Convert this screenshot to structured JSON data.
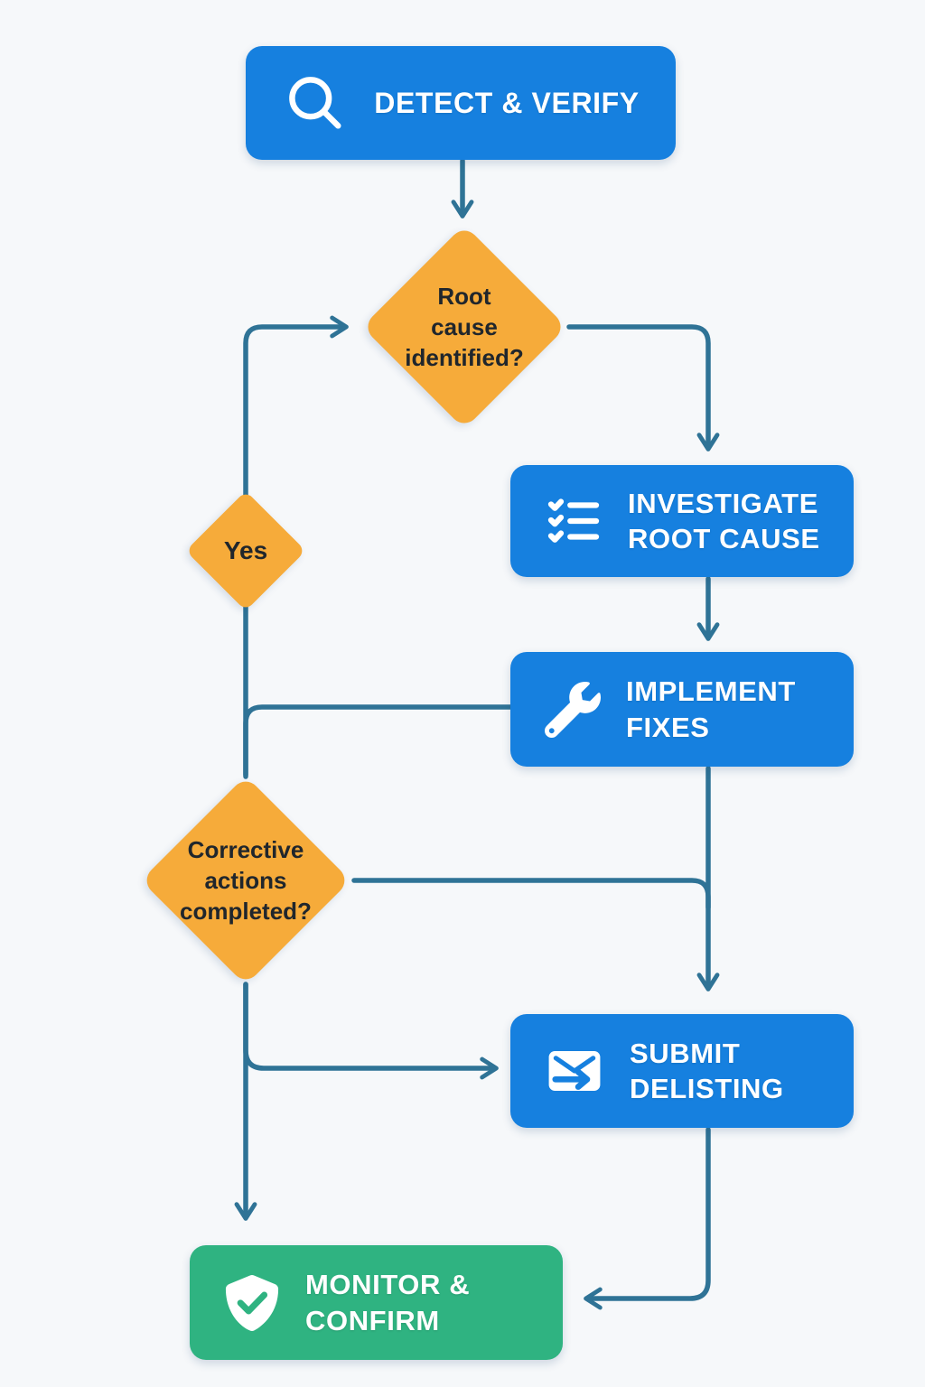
{
  "diagram": {
    "type": "flowchart",
    "background": "#f6f8fa",
    "colors": {
      "process_box": "#1680df",
      "terminal_box": "#2fb381",
      "decision_diamond": "#f6ab3a",
      "connector": "#2f7396",
      "box_text": "#ffffff",
      "diamond_text": "#20262c"
    },
    "nodes": {
      "detect": {
        "label": "DETECT & VERIFY",
        "icon": "magnifier"
      },
      "root_cause_decision": {
        "label": "Root\ncause\nidentified?"
      },
      "investigate": {
        "label": "INVESTIGATE\nROOT CAUSE",
        "icon": "checklist"
      },
      "implement": {
        "label": "IMPLEMENT\nFIXES",
        "icon": "wrench"
      },
      "yes_connector": {
        "label": "Yes"
      },
      "corrective_decision": {
        "label": "Corrective\nactions\ncompleted?"
      },
      "submit": {
        "label": "SUBMIT\nDELISTING",
        "icon": "send-envelope"
      },
      "monitor": {
        "label": "MONITOR &\nCONFIRM",
        "icon": "shield-check"
      }
    },
    "edges": [
      {
        "from": "detect",
        "to": "root_cause_decision",
        "arrow": true
      },
      {
        "from": "root_cause_decision",
        "to": "investigate",
        "arrow": true
      },
      {
        "from": "investigate",
        "to": "implement",
        "arrow": true
      },
      {
        "from": "implement",
        "to": "corrective_decision",
        "arrow": false
      },
      {
        "from": "corrective_decision",
        "via": "yes_connector",
        "to": "root_cause_decision",
        "arrow": true
      },
      {
        "from": "implement",
        "to": "submit",
        "arrow": true
      },
      {
        "from": "corrective_decision",
        "to": "submit",
        "arrow": true
      },
      {
        "from": "corrective_decision",
        "to": "monitor",
        "arrow": true
      },
      {
        "from": "submit",
        "to": "monitor",
        "arrow": true
      }
    ]
  }
}
